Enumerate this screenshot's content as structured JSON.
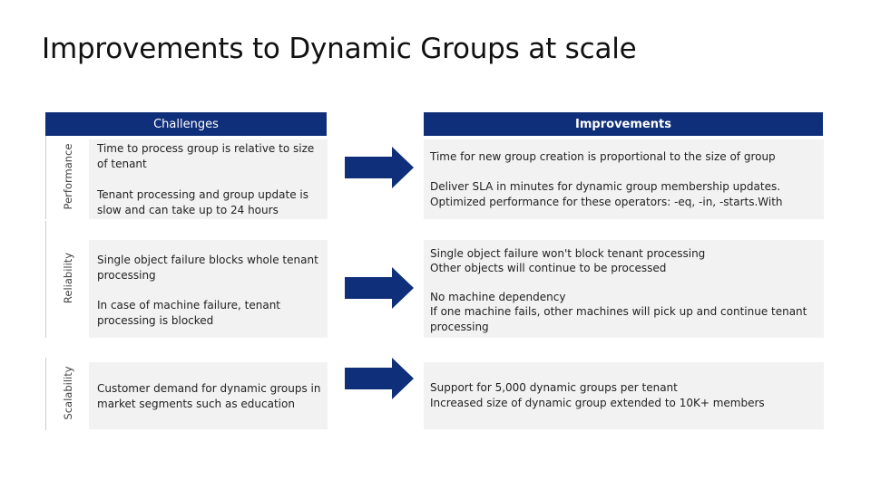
{
  "title": "Improvements to Dynamic Groups at scale",
  "headers": {
    "challenges": "Challenges",
    "improvements": "Improvements"
  },
  "categories": [
    "Performance",
    "Reliability",
    "Scalability"
  ],
  "challenges": [
    "Time to process group is relative to size of tenant",
    "Tenant processing and group update is slow and can take up to 24 hours",
    "Single object failure blocks whole tenant processing",
    "In case of machine failure, tenant processing is blocked",
    "Customer demand for dynamic groups in market segments such as education"
  ],
  "improvements": [
    "Time for new group creation is proportional to the size of group",
    "Deliver SLA in minutes for dynamic group membership updates. Optimized performance for these operators: -eq, -in, -starts.With",
    "Single object failure won't block tenant processing",
    "Other objects will continue to be processed",
    "No machine dependency",
    "If one machine fails, other machines will pick up and continue tenant processing",
    "Support for 5,000 dynamic groups per tenant",
    "Increased size of dynamic group extended to 10K+ members"
  ],
  "colors": {
    "header_bg": "#0f2f7a",
    "arrow": "#0f2f7a",
    "band": "#f2f2f2"
  }
}
